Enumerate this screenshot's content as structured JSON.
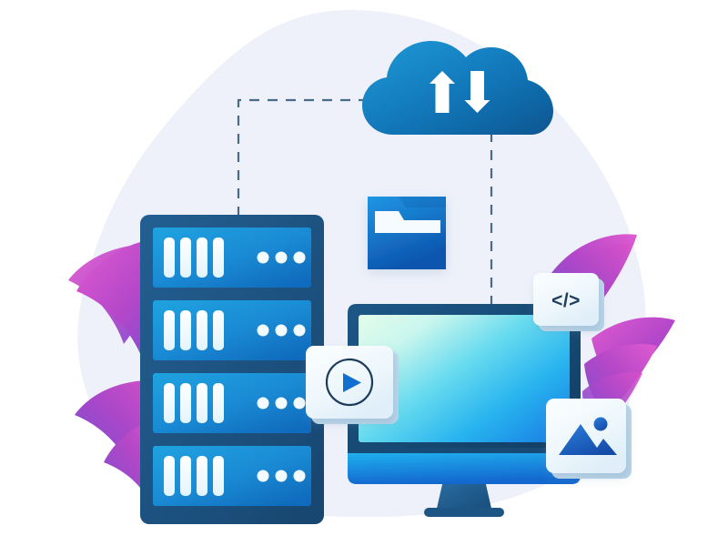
{
  "illustration": {
    "title": "Cloud Storage and Data Transfer",
    "background_color": "#ffffff",
    "blob_color": "#eef1fa",
    "palette": {
      "cloud_dark": "#125d96",
      "cloud_light": "#1b93d6",
      "rack_frame": "#1b5080",
      "rack_bay_top": "#1a8fd4",
      "rack_bay_bottom": "#1171c4",
      "rack_slot_white": "#f4fbff",
      "folder_top": "#1b8fdd",
      "folder_bottom": "#0f5bb5",
      "monitor_bezel": "#174b76",
      "screen_mint": "#ddfbe8",
      "screen_cyan": "#27c8ee",
      "screen_blue": "#1b86e6",
      "chin_top": "#1aa6ea",
      "chin_bottom": "#1675d6",
      "stand_color": "#1f5b8e",
      "card_face": "#eff6fb",
      "card_edge": "#cfe3f1",
      "leaf_magenta": "#cf4cc4",
      "leaf_purple": "#7b4fd0",
      "dash_line": "#4a6b85",
      "play_ring": "#1c3c5c",
      "play_triangle": "#1170cf",
      "picture_blue": "#1b6fd0",
      "picture_dark": "#1a54b5",
      "arrow_white": "#ffffff"
    }
  },
  "nodes": {
    "cloud": {
      "name": "Cloud Storage",
      "upload_arrow": "↑",
      "download_arrow": "↓"
    },
    "server_rack": {
      "name": "Server Rack",
      "bay_count": 4,
      "slots_per_bay": 4,
      "indicator_dots_per_bay": 3
    },
    "folder": {
      "name": "Folder"
    },
    "monitor": {
      "name": "Desktop Monitor"
    }
  },
  "cards": [
    {
      "id": "video-card",
      "name": "Video Play Card",
      "icon": "play-icon",
      "label": "▶"
    },
    {
      "id": "code-card",
      "name": "Code Card",
      "icon": "code-icon",
      "label": "</>"
    },
    {
      "id": "image-card",
      "name": "Image Card",
      "icon": "picture-icon",
      "label": "⛰"
    }
  ],
  "connectors": [
    {
      "id": "rack-to-cloud",
      "name": "Rack to Cloud dashed link",
      "style": "dashed"
    },
    {
      "id": "cloud-to-monitor",
      "name": "Cloud to Monitor dashed link",
      "style": "dashed"
    }
  ],
  "decorations": {
    "leaves_left_count": 3,
    "leaves_right_count": 4
  }
}
